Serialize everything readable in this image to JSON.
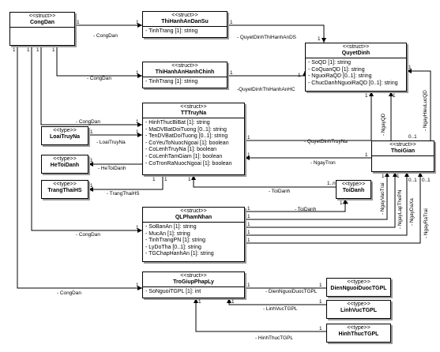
{
  "classes": {
    "congdan": {
      "stereotype": "<<struct>>",
      "name": "CongDan",
      "attrs": []
    },
    "thihanhandansu": {
      "stereotype": "<<struct>>",
      "name": "ThiHanhAnDanSu",
      "attrs": [
        "- TinhTrang [1]: string"
      ]
    },
    "thihanhanhanhchinh": {
      "stereotype": "<<struct>>",
      "name": "ThiHanhAnHanhChinh",
      "attrs": [
        "- TinhTrang [1]: string"
      ]
    },
    "quyetdinh": {
      "stereotype": "<<struct>>",
      "name": "QuyetDinh",
      "attrs": [
        "- SoQD [1]: string",
        "- CoQuanQD [1]: string",
        "- NguoiRaQD [0..1]: string",
        "- ChucDanhNguoiRaQD [0..1]: string"
      ]
    },
    "tttruyna": {
      "stereotype": "<<struct>>",
      "name": "TTTruyNa",
      "attrs": [
        "- HinhThucBiBat [1]: string",
        "- MaDVBatDoiTuong [0..1]: string",
        "- TenDVBatDoiTuong [0..1]: string",
        "- CoYeuToNuocNgoai [1]: boolean",
        "- CoLenhTruyNa [1]: boolean",
        "- CoLenhTamGiam [1]: boolean",
        "- CoTronRaNuocNgoai [1]: boolean"
      ]
    },
    "loaitruyna": {
      "stereotype": "<<type>>",
      "name": "LoaiTruyNa",
      "attrs": []
    },
    "hetoidanh": {
      "stereotype": "<<type>>",
      "name": "HeToiDanh",
      "attrs": []
    },
    "trangthaihs": {
      "stereotype": "<<type>>",
      "name": "TrangThaiHS",
      "attrs": []
    },
    "thoigian": {
      "stereotype": "<<struct>>",
      "name": "ThoiGian",
      "attrs": []
    },
    "toidanh": {
      "stereotype": "<<type>>",
      "name": "ToiDanh",
      "attrs": []
    },
    "qlphamnhan": {
      "stereotype": "<<struct>>",
      "name": "QLPhamNhan",
      "attrs": [
        "- SoBanAn [1]: string",
        "- MucAn [1]: string",
        "- TinhTrangPN [1]: string",
        "- LyDoTha [0..1]: string",
        "- TGChapHanhAn [1]: string"
      ]
    },
    "trogiupphaply": {
      "stereotype": "<<struct>>",
      "name": "TroGiupPhapLy",
      "attrs": [
        "- SoNguoiTGPL [1]: int"
      ]
    },
    "diennguoiduoctgpl": {
      "stereotype": "<<type>>",
      "name": "DienNguoiDuocTGPL",
      "attrs": []
    },
    "linhvuctgpl": {
      "stereotype": "<<type>>",
      "name": "LinhVucTGPL",
      "attrs": []
    },
    "hinhthuctgpl": {
      "stereotype": "<<type>>",
      "name": "HinhThucTGPL",
      "attrs": []
    }
  },
  "labels": {
    "a1": "- CongDan",
    "a2": "- QuyetDinhThiHanhAnDS",
    "a3": "- CongDan",
    "a4": "-QuyetDinhThiHanhAnHC",
    "a5": "- CongDan",
    "a6": "- QuyetDinhTruyNa",
    "a7": "- LoaiTruyNa",
    "a8": "- HeToiDanh",
    "a9": "- TrangThaiHS",
    "a10": "- NgayTron",
    "a11": "- ToiDanh",
    "a12": "- ToiDanh",
    "a13": "- CongDan",
    "a14": "- CongDan",
    "a15": "- DienNguoiDuocTGPL",
    "a16": "- LinhVucTGPL",
    "a17": "- HinhThucTGPL",
    "v1": "- NgayQD",
    "v2": "- NgayHieuLucQD",
    "v3": "- NgayVaoTrai",
    "v4": "- NgayLapThePN",
    "v5": "- NgayDaXa",
    "v6": "- NgayRaTrai"
  },
  "multiplicity": {
    "one": "1",
    "n": "1..n",
    "zero_one": "0..1"
  }
}
